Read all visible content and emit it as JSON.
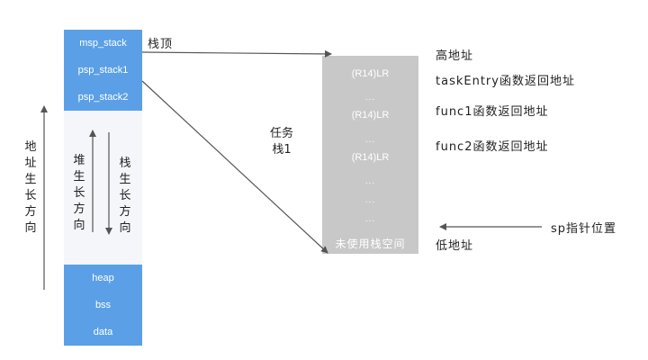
{
  "memory": {
    "top_cells": [
      "msp_stack",
      "psp_stack1",
      "psp_stack2"
    ],
    "bottom_cells": [
      "heap",
      "bss",
      "data"
    ]
  },
  "labels": {
    "address_growth": "地址生长方向",
    "heap_growth": "堆生长方向",
    "stack_growth": "栈生长方向",
    "stack_top": "栈顶",
    "task_stack": "任务栈1",
    "high_addr": "高地址",
    "low_addr": "低地址",
    "sp_position": "sp指针位置"
  },
  "task_stack": {
    "rows": [
      {
        "text": "(R14)LR",
        "type": "lr"
      },
      {
        "text": "...",
        "type": "dots"
      },
      {
        "text": "(R14)LR",
        "type": "lr"
      },
      {
        "text": "...",
        "type": "dots"
      },
      {
        "text": "(R14)LR",
        "type": "lr"
      },
      {
        "text": "...",
        "type": "dots"
      },
      {
        "text": "...",
        "type": "dots"
      },
      {
        "text": "...",
        "type": "dots"
      },
      {
        "text": "未使用栈空间",
        "type": "label"
      }
    ]
  },
  "annotations": [
    "taskEntry函数返回地址",
    "func1函数返回地址",
    "func2函数返回地址"
  ],
  "colors": {
    "memory_block": "#5ba0e6",
    "memory_column": "#f4f6f9",
    "task_stack_block": "#c8c8c8",
    "arrow": "#555555"
  }
}
